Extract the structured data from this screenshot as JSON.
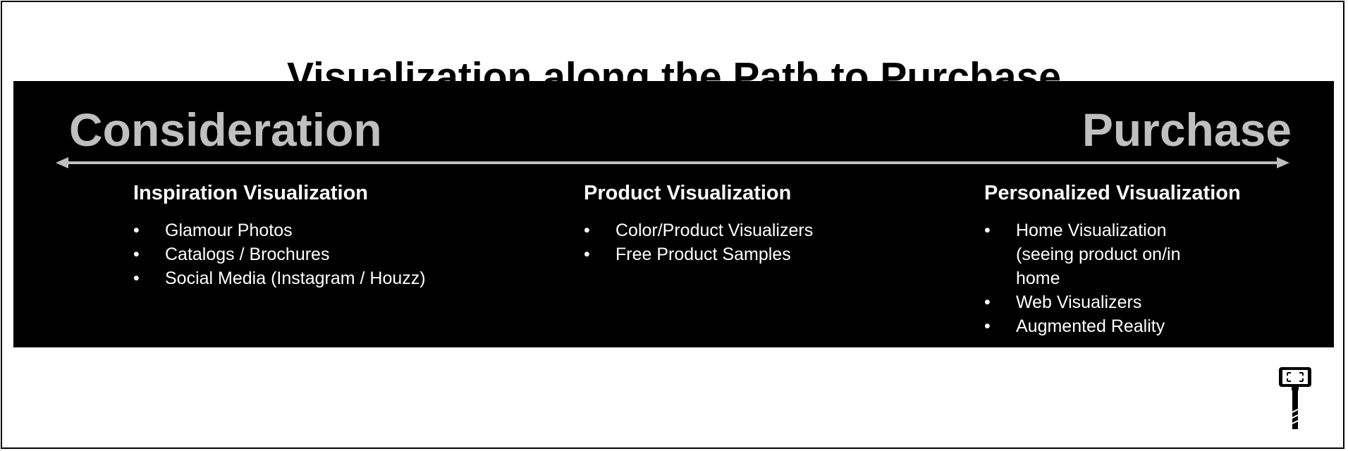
{
  "title": "Visualization along the Path to Purchase",
  "stages": {
    "start": "Consideration",
    "end": "Purchase"
  },
  "columns": [
    {
      "heading": "Inspiration Visualization",
      "items": [
        "Glamour Photos",
        "Catalogs / Brochures",
        "Social Media (Instagram / Houzz)"
      ]
    },
    {
      "heading": "Product Visualization",
      "items": [
        "Color/Product Visualizers",
        "Free Product Samples"
      ]
    },
    {
      "heading": "Personalized Visualization",
      "items": [
        "Home Visualization (seeing product on/in home",
        "Web Visualizers",
        "Augmented Reality"
      ]
    }
  ],
  "bullet": "•",
  "colors": {
    "panel": "#000000",
    "stage_text": "#bfbfbf",
    "axis": "#bfbfbf",
    "body_text": "#ffffff"
  },
  "icons": {
    "logo": "selfie-stick-phone-icon"
  }
}
